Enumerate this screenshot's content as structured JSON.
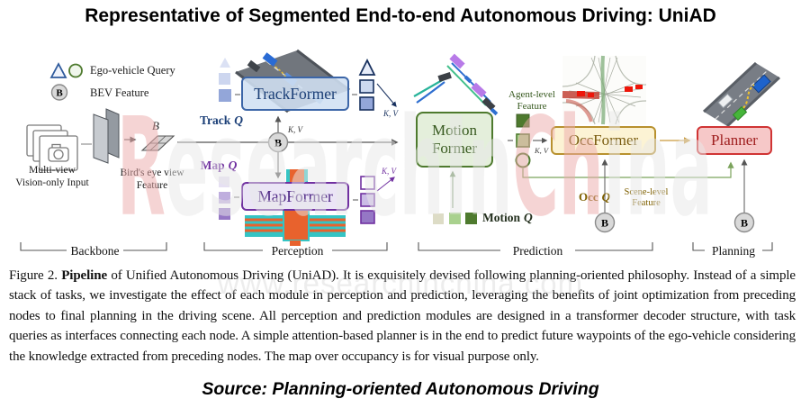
{
  "title": "Representative of Segmented End-to-end Autonomous Driving: UniAD",
  "legend": {
    "ego_query": "Ego-vehicle Query",
    "bev_feature": "BEV Feature"
  },
  "b": "B",
  "kv": "K, V",
  "q": "Q",
  "backbone": {
    "b_italic": "B",
    "input_line1": "Multi-view",
    "input_line2": "Vision-only Input",
    "bev_line1": "Bird's eye view",
    "bev_line2": "Feature"
  },
  "nodes": {
    "trackformer": "TrackFormer",
    "mapformer": "MapFormer",
    "motionformer_line1": "Motion",
    "motionformer_line2": "Former",
    "occformer": "OccFormer",
    "planner": "Planner"
  },
  "queries": {
    "track": "Track",
    "map": "Map",
    "motion": "Motion",
    "occ": "Occ"
  },
  "features": {
    "agent_line1": "Agent-level",
    "agent_line2": "Feature",
    "scene_line1": "Scene-level",
    "scene_line2": "Feature"
  },
  "sections": {
    "backbone": "Backbone",
    "perception": "Perception",
    "prediction": "Prediction",
    "planning": "Planning"
  },
  "caption": {
    "figure": "Figure 2. ",
    "bold": "Pipeline",
    "rest": " of Unified Autonomous Driving (UniAD). It is exquisitely devised following planning-oriented philosophy. Instead of a simple stack of tasks, we investigate the effect of each module in perception and prediction, leveraging the benefits of joint optimization from preceding nodes to final planning in the driving scene. All perception and prediction modules are designed in a transformer decoder structure, with task queries as interfaces connecting each node. A simple attention-based planner is in the end to predict future waypoints of the ego-vehicle considering the knowledge extracted from preceding nodes. The map over occupancy is for visual purpose only."
  },
  "source": "Source: Planning-oriented Autonomous Driving",
  "watermark": {
    "part1": "R",
    "part2": "esearch",
    "part3": "In",
    "part4": "Ch",
    "part5": "ina",
    "caption_url": "www.researchinchina.com"
  },
  "colors": {
    "track_blue": "#3c66a8",
    "map_purple": "#7030a0",
    "motion_green": "#4e7a2e",
    "occ_yellow": "#b8912e",
    "planner_red": "#d03434",
    "bev_gray": "#d9d9d9"
  }
}
